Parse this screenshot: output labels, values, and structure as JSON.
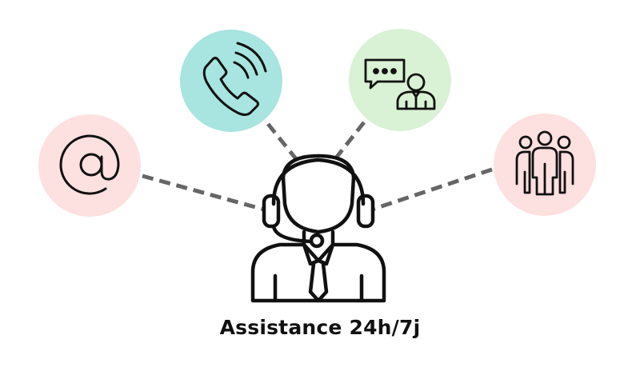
{
  "caption": "Assistance 24h/7j",
  "channels": [
    {
      "id": "email",
      "icon": "at-sign-icon",
      "color": "#fde0e0"
    },
    {
      "id": "phone",
      "icon": "phone-icon",
      "color": "#a8e4e0"
    },
    {
      "id": "chat",
      "icon": "chat-agent-icon",
      "color": "#d9f1d4"
    },
    {
      "id": "team",
      "icon": "group-icon",
      "color": "#fde0e0"
    }
  ],
  "center": {
    "icon": "support-agent-headset-icon"
  },
  "colors": {
    "stroke": "#111111",
    "connector": "#666666"
  }
}
